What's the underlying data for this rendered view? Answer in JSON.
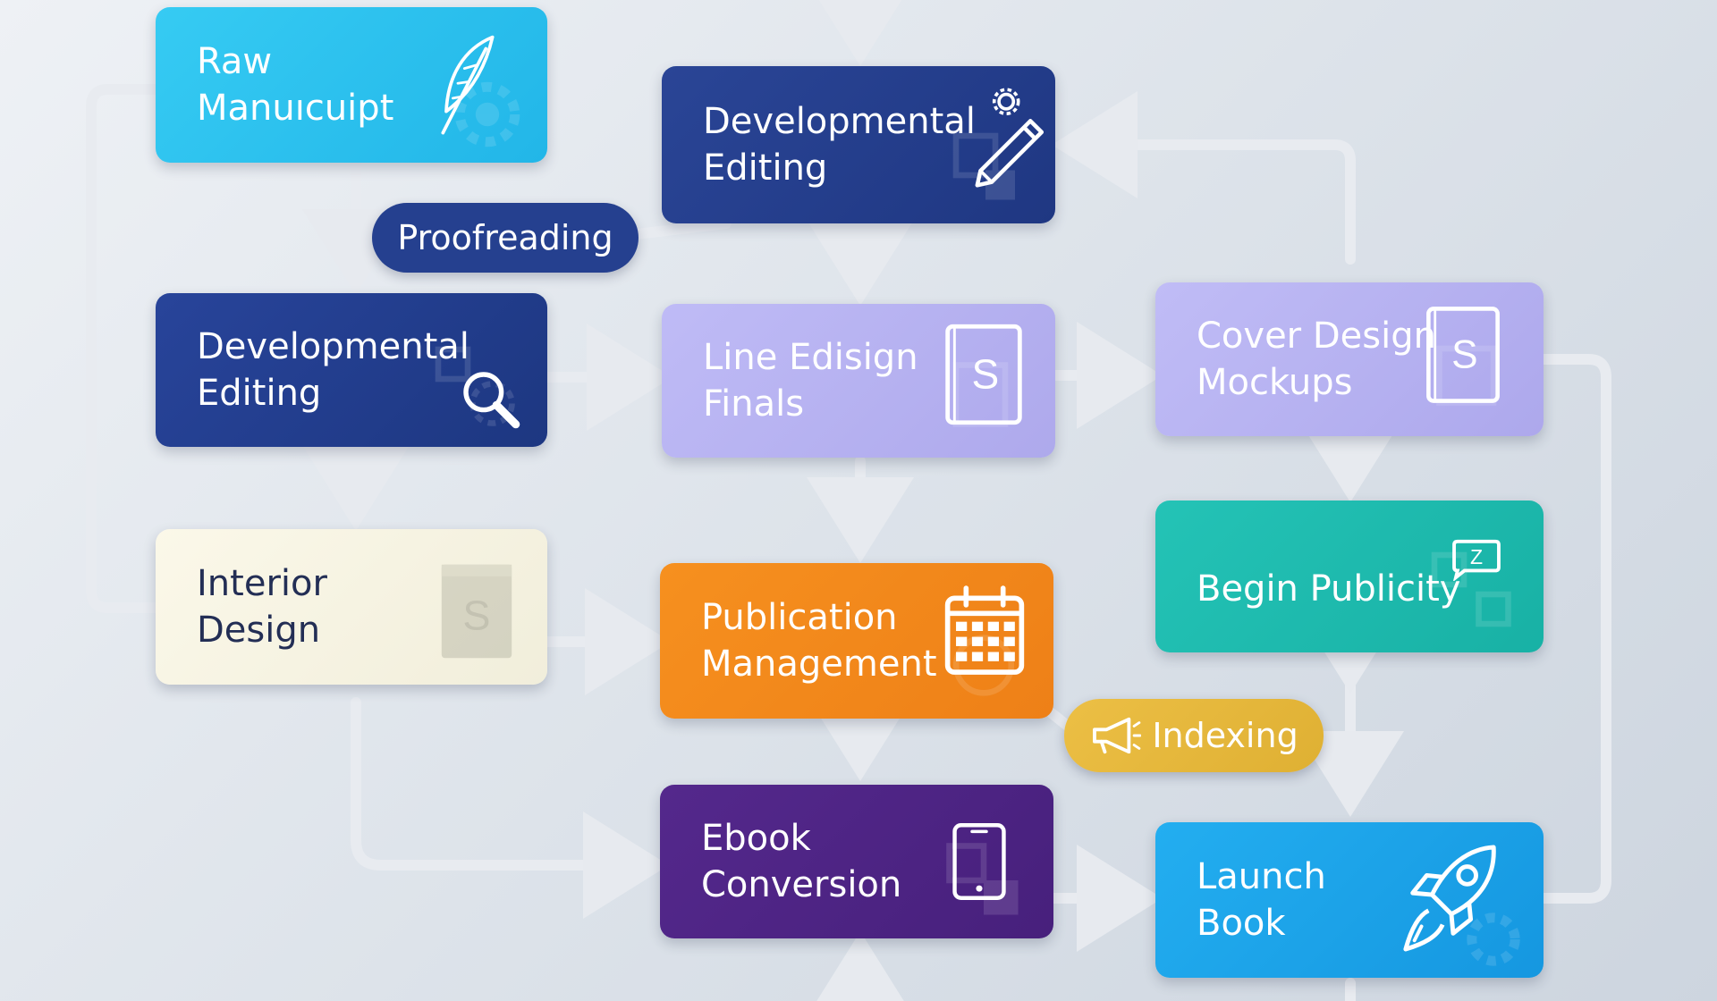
{
  "diagram": {
    "nodes": [
      {
        "id": "raw-manuscript",
        "label": "Raw\nManuıcuipt",
        "color": "#2ec4ef",
        "icon": "feather-icon"
      },
      {
        "id": "developmental-editing-top",
        "label": "Developmental\nEditing",
        "color": "#243f8f",
        "icon": "pencil-gear-icon"
      },
      {
        "id": "developmental-editing-left",
        "label": "Developmental\nEditing",
        "color": "#22408e",
        "icon": "magnifier-icon"
      },
      {
        "id": "line-editing-finals",
        "label": "Line Edisign\nFinals",
        "color": "#b8b4f2",
        "icon": "document-s-icon"
      },
      {
        "id": "cover-design-mockups",
        "label": "Cover Design\nMockups",
        "color": "#b9b4f2",
        "icon": "document-s-icon"
      },
      {
        "id": "interior-design",
        "label": "Interior\nDesign",
        "color": "#f8f5e3",
        "icon": "document-s-icon"
      },
      {
        "id": "publication-management",
        "label": "Publication\nManagement",
        "color": "#f28a1c",
        "icon": "calendar-icon"
      },
      {
        "id": "begin-publicity",
        "label": "Begin Publicity",
        "color": "#1fbcb0",
        "icon": "chat-z-icon"
      },
      {
        "id": "ebook-conversion",
        "label": "Ebook\nConversion",
        "color": "#4f2486",
        "icon": "tablet-icon"
      },
      {
        "id": "launch-book",
        "label": "Launch\nBook",
        "color": "#1ea5ec",
        "icon": "rocket-icon"
      }
    ],
    "pills": [
      {
        "id": "proofreading",
        "label": "Proofreading",
        "color": "#25408f",
        "icon": ""
      },
      {
        "id": "indexing",
        "label": "Indexing",
        "color": "#e6b93e",
        "icon": "megaphone-icon"
      }
    ],
    "icon_glyphs": {
      "s_glyph": "S",
      "z_glyph": "Z"
    },
    "connector_color": "#e9ecf1"
  }
}
